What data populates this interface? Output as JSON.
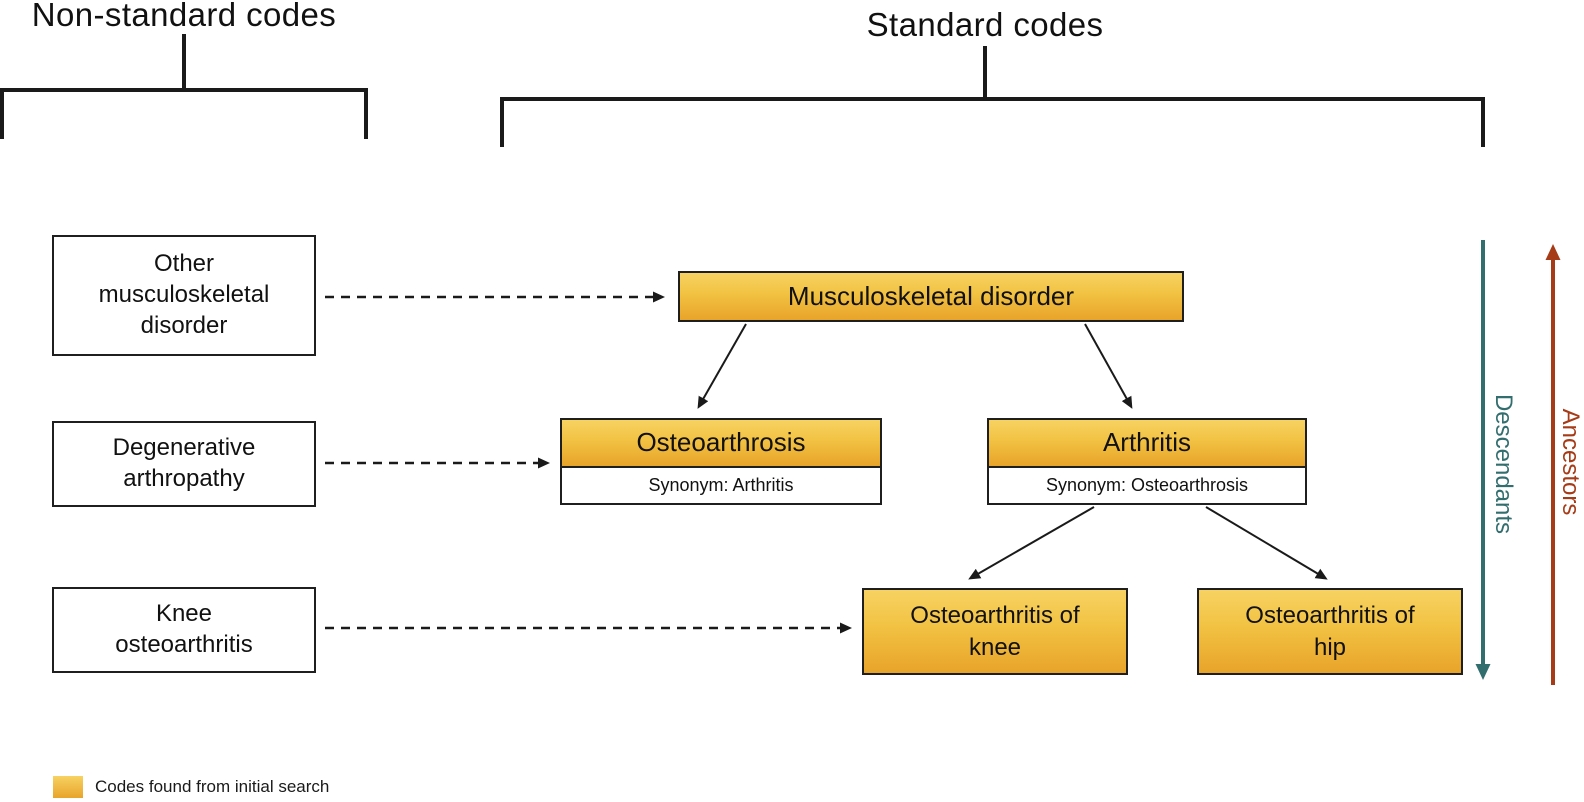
{
  "diagram": {
    "group_titles": {
      "non_standard": "Non-standard codes",
      "standard": "Standard codes"
    },
    "non_standard_codes": [
      {
        "label": "Other\nmusculoskeletal\ndisorder"
      },
      {
        "label": "Degenerative\narthropathy"
      },
      {
        "label": "Knee\nosteoarthritis"
      }
    ],
    "standard_codes": {
      "root": {
        "label": "Musculoskeletal disorder"
      },
      "osteoarthrosis": {
        "label": "Osteoarthrosis",
        "synonym": "Synonym: Arthritis"
      },
      "arthritis": {
        "label": "Arthritis",
        "synonym": "Synonym: Osteoarthrosis"
      },
      "knee": {
        "label": "Osteoarthritis of\nknee"
      },
      "hip": {
        "label": "Osteoarthritis of\nhip"
      }
    },
    "axis_labels": {
      "descendants": "Descendants",
      "ancestors": "Ancestors"
    },
    "legend": {
      "label": "Codes found from initial search",
      "swatch_icon": "gold-swatch"
    }
  },
  "colors": {
    "gold_top": "#f7d262",
    "gold_mid": "#f2c344",
    "gold_bottom": "#e8a42a",
    "box_border": "#1f1f1f",
    "line": "#1a1a1a",
    "descendants_teal": "#336e6f",
    "ancestors_red": "#a63b17",
    "text": "#111111",
    "background": "#ffffff"
  }
}
